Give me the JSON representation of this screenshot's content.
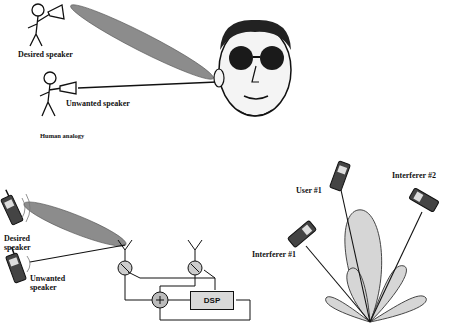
{
  "diagram": {
    "nodes": [
      {
        "text": [
          "DSP"
        ]
      }
    ],
    "labels": [
      "Desired speaker",
      "Unwanted speaker",
      "Human analogy",
      "Desired speaker",
      "Unwanted speaker",
      "User #1",
      "Interferer #2",
      "Interferer #1"
    ]
  }
}
